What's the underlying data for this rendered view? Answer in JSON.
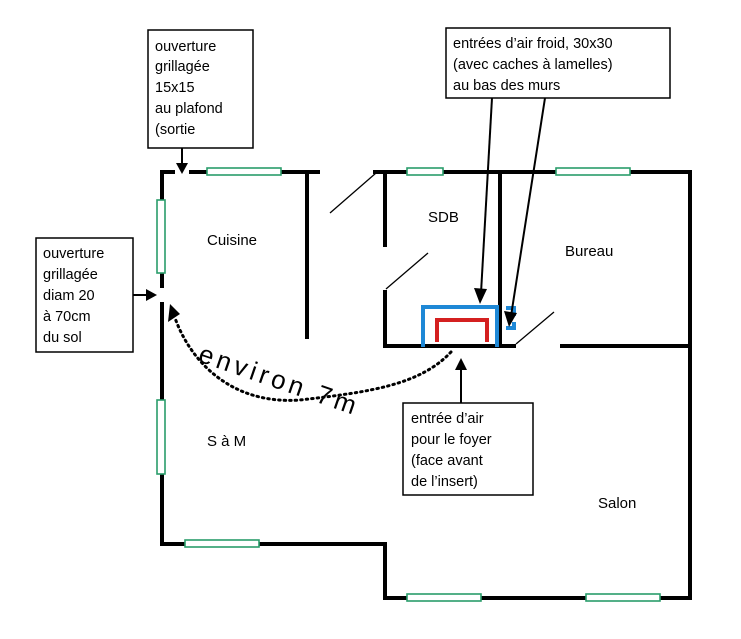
{
  "rooms": {
    "cuisine": "Cuisine",
    "sdb": "SDB",
    "bureau": "Bureau",
    "sam": "S à M",
    "salon": "Salon"
  },
  "notes": {
    "ceiling_outlet": [
      "ouverture",
      "grillagée",
      "15x15",
      "au plafond",
      "(sortie"
    ],
    "wall_outlet": [
      "ouverture",
      "grillagée",
      "diam 20",
      "à 70cm",
      "du sol"
    ],
    "cold_air": [
      "entrées d’air froid, 30x30",
      "(avec caches à lamelles)",
      "au bas des murs"
    ],
    "hearth_air": [
      "entrée d’air",
      "pour le foyer",
      "(face avant",
      "de l’insert)"
    ]
  },
  "distance_label": "environ 7m",
  "colors": {
    "walls": "#000000",
    "windows": "#2a9d6b",
    "insert_outer": "#1e88d6",
    "insert_inner": "#d42020"
  }
}
